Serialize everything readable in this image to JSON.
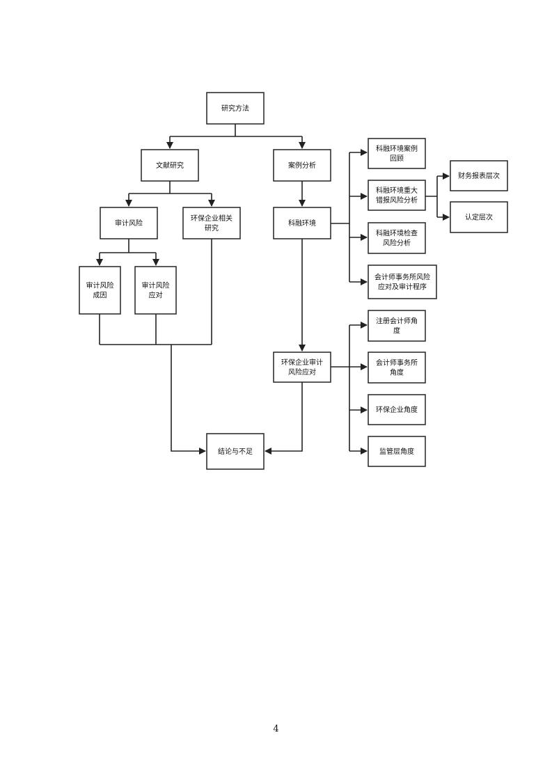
{
  "nodes": {
    "research_methods": [
      "研究方法"
    ],
    "literature_research": [
      "文献研究"
    ],
    "case_analysis": [
      "案例分析"
    ],
    "audit_risk": [
      "审计风险"
    ],
    "env_enterprise_research": [
      "环保企业相关",
      "研究"
    ],
    "kerong_environment": [
      "科融环境"
    ],
    "risk_causes": [
      "审计风险",
      "成因"
    ],
    "risk_response": [
      "审计风险",
      "应对"
    ],
    "env_audit_response": [
      "环保企业审计",
      "风险应对"
    ],
    "conclusion": [
      "结论与不足"
    ],
    "case_review": [
      "科融环境案例",
      "回顾"
    ],
    "misstatement_analysis": [
      "科融环境重大",
      "错报风险分析"
    ],
    "inspection_analysis": [
      "科融环境检查",
      "风险分析"
    ],
    "firm_response": [
      "会计师事务所风险",
      "应对及审计程序"
    ],
    "financial_level": [
      "财务报表层次"
    ],
    "assertion_level": [
      "认定层次"
    ],
    "cpa_view": [
      "注册会计师角",
      "度"
    ],
    "firm_view": [
      "会计师事务所",
      "角度"
    ],
    "enterprise_view": [
      "环保企业角度"
    ],
    "regulator_view": [
      "监管层角度"
    ]
  },
  "page_number": "4"
}
